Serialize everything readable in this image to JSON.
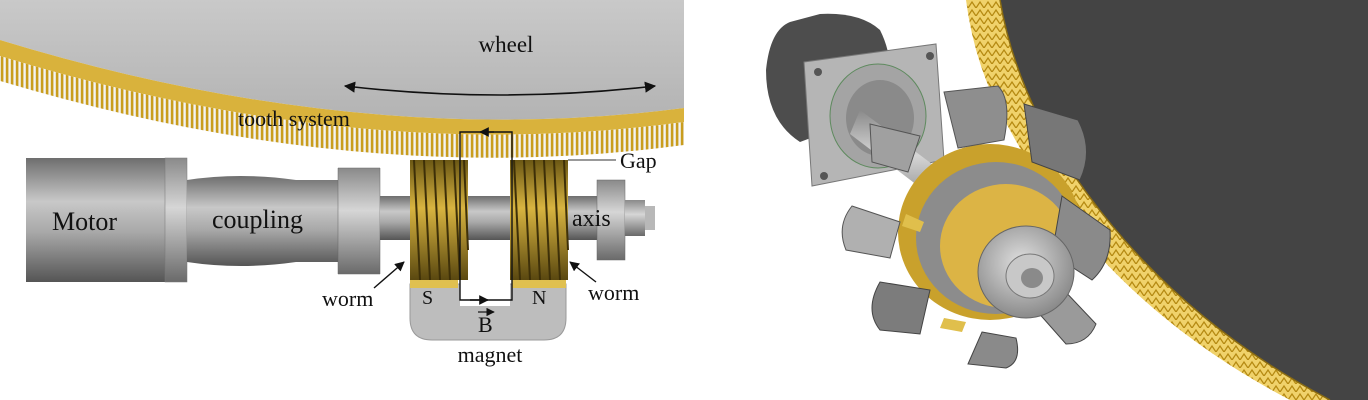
{
  "figure": {
    "left_panel": {
      "labels": {
        "wheel": "wheel",
        "tooth_system": "tooth system",
        "gap": "Gap",
        "motor": "Motor",
        "coupling": "coupling",
        "axis": "axis",
        "worm_left": "worm",
        "worm_right": "worm",
        "pole_s": "S",
        "pole_n": "N",
        "field": "B",
        "magnet": "magnet"
      }
    },
    "right_panel": {
      "labels": {}
    },
    "colors": {
      "gold": "#d9b23c",
      "gold_dark": "#8f7420",
      "wheel_grey": "#bdbdbd",
      "metal_grey": "#9e9e9e",
      "dark_grey": "#4a4a4a"
    }
  }
}
